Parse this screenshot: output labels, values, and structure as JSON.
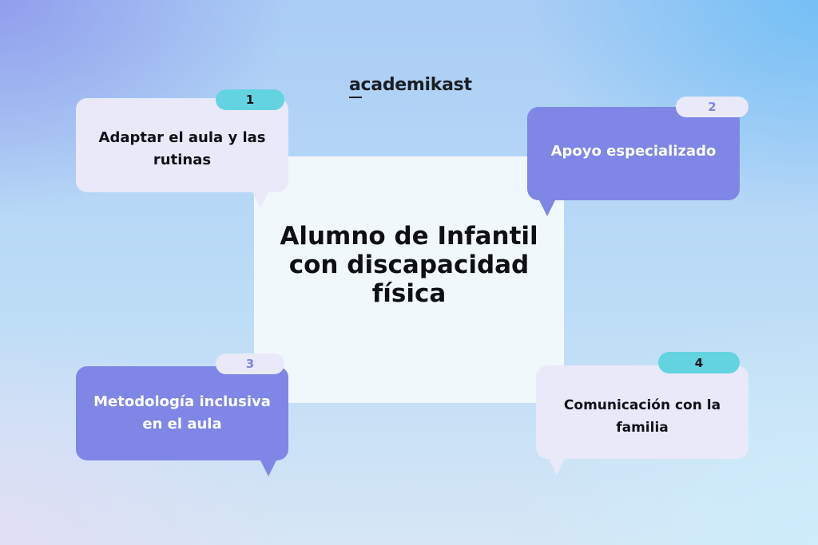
{
  "brand": {
    "name": "academikast"
  },
  "center": {
    "title": "Alumno de Infantil con discapacidad física"
  },
  "items": [
    {
      "number": "1",
      "label": "Adaptar el aula y las rutinas"
    },
    {
      "number": "2",
      "label": "Apoyo especializado"
    },
    {
      "number": "3",
      "label": "Metodología inclusiva en el aula"
    },
    {
      "number": "4",
      "label": "Comunicación con la familia"
    }
  ],
  "colors": {
    "light_box": "#e9e9f9",
    "purple_box": "#7f86e6",
    "teal_badge": "#63d3e0",
    "center_panel": "#f1f8fc"
  }
}
